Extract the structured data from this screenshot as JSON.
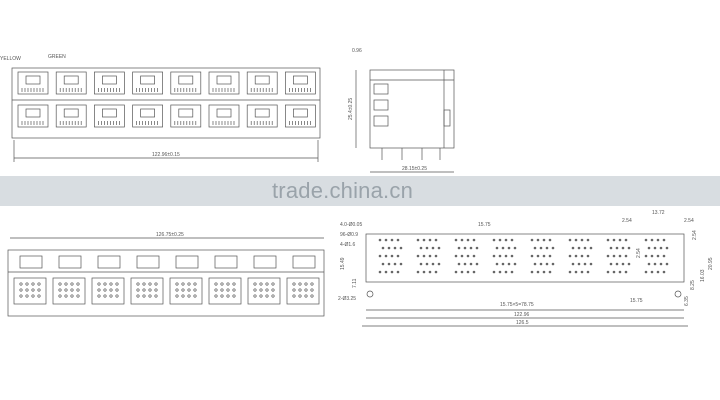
{
  "top_left_view": {
    "led_label_left": "YELLOW",
    "led_label_right": "GREEN",
    "width_dim": "122.96±0.15",
    "rows": 2,
    "cols": 8
  },
  "side_view": {
    "top_dim": "0.96",
    "height_dim": "25.4±0.25",
    "depth_dim": "28.15±0.25"
  },
  "watermark": {
    "text": "trade.china.cn"
  },
  "front_view": {
    "width_dim": "126.75±0.25",
    "cols": 8
  },
  "pcb_layout": {
    "dims": {
      "hole_a": "4.0-Ø0.05",
      "hole_b": "96-Ø0.9",
      "hole_c": "4-Ø1.6",
      "hole_d": "2-Ø3.25",
      "v1": "15.49",
      "v2": "7.11",
      "spacing_top": "15.75",
      "pitch_a": "2.54",
      "pitch_b": "13.72",
      "pitch_c": "2.54",
      "right_1": "2.54",
      "right_2": "2.54",
      "right_3": "20.95",
      "right_4": "16.03",
      "right_5": "8.25",
      "right_6": "6.35",
      "right_7": "15.75",
      "bottom_1": "15.75×5=78.75",
      "bottom_2": "122.96",
      "bottom_3": "126.5"
    }
  }
}
